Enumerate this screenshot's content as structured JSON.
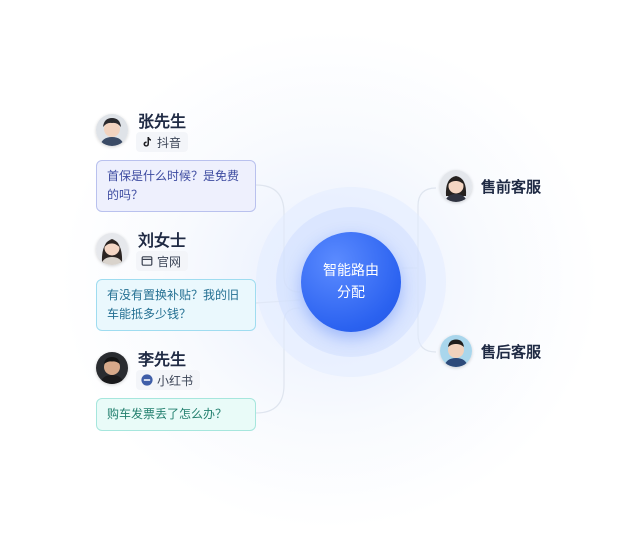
{
  "customers": [
    {
      "name": "张先生",
      "source": "抖音",
      "source_icon": "douyin-icon",
      "message": "首保是什么时候？是免费的吗？"
    },
    {
      "name": "刘女士",
      "source": "官网",
      "source_icon": "browser-window-icon",
      "message": "有没有置换补贴？我的旧车能抵多少钱？"
    },
    {
      "name": "李先生",
      "source": "小红书",
      "source_icon": "xiaohongshu-icon",
      "message": "购车发票丢了怎么办？"
    }
  ],
  "hub": {
    "label": "智能路由分配"
  },
  "agents": [
    {
      "label": "售前客服"
    },
    {
      "label": "售后客服"
    }
  ],
  "colors": {
    "hub": "#2b62f0",
    "bubble_1": "#eef0fd",
    "bubble_2": "#eaf8fd",
    "bubble_3": "#e9fbf8",
    "line": "#dde3ee"
  }
}
